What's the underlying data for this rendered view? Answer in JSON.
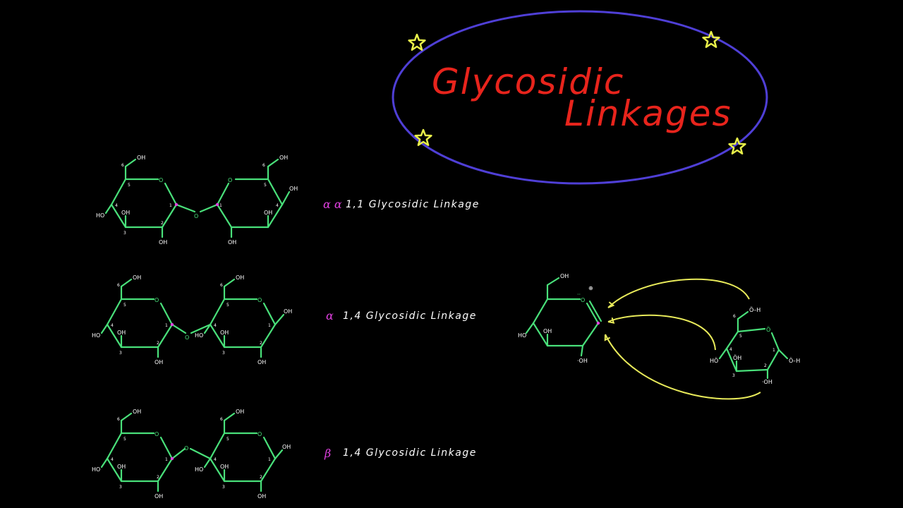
{
  "colors": {
    "background": "#000000",
    "ring": "#49e07a",
    "ring_label": "#ffffff",
    "title": "#e8241c",
    "ellipse": "#4f3fd6",
    "stars": "#e8f04a",
    "greek": "#e040e0",
    "caption": "#ffffff",
    "arrows": "#e8ea5a",
    "anomeric_dot": "#e040e0"
  },
  "title": {
    "line1": "Glycosidic",
    "line2": "Linkages"
  },
  "star_icons": [
    "star-icon",
    "star-icon",
    "star-icon",
    "star-icon"
  ],
  "linkages": [
    {
      "greek": "α α",
      "caption": "1,1  Glycosidic  Linkage"
    },
    {
      "greek": "α",
      "caption": "1,4  Glycosidic  Linkage"
    },
    {
      "greek": "β",
      "caption": "1,4  Glycosidic  Linkage"
    }
  ],
  "atoms": {
    "oh": "OH",
    "ho": "HO",
    "o": "O",
    "oh_lone": "·OH",
    "ho_lone": "HÖ",
    "oh_ring": "ÖH",
    "o_minus_h": "Ö–H",
    "o_ring_lone": "Ö",
    "charge_plus": "⊕"
  },
  "carbon_numbers": {
    "c1": "1",
    "c2": "2",
    "c3": "3",
    "c4": "4",
    "c5": "5",
    "c6": "6"
  }
}
